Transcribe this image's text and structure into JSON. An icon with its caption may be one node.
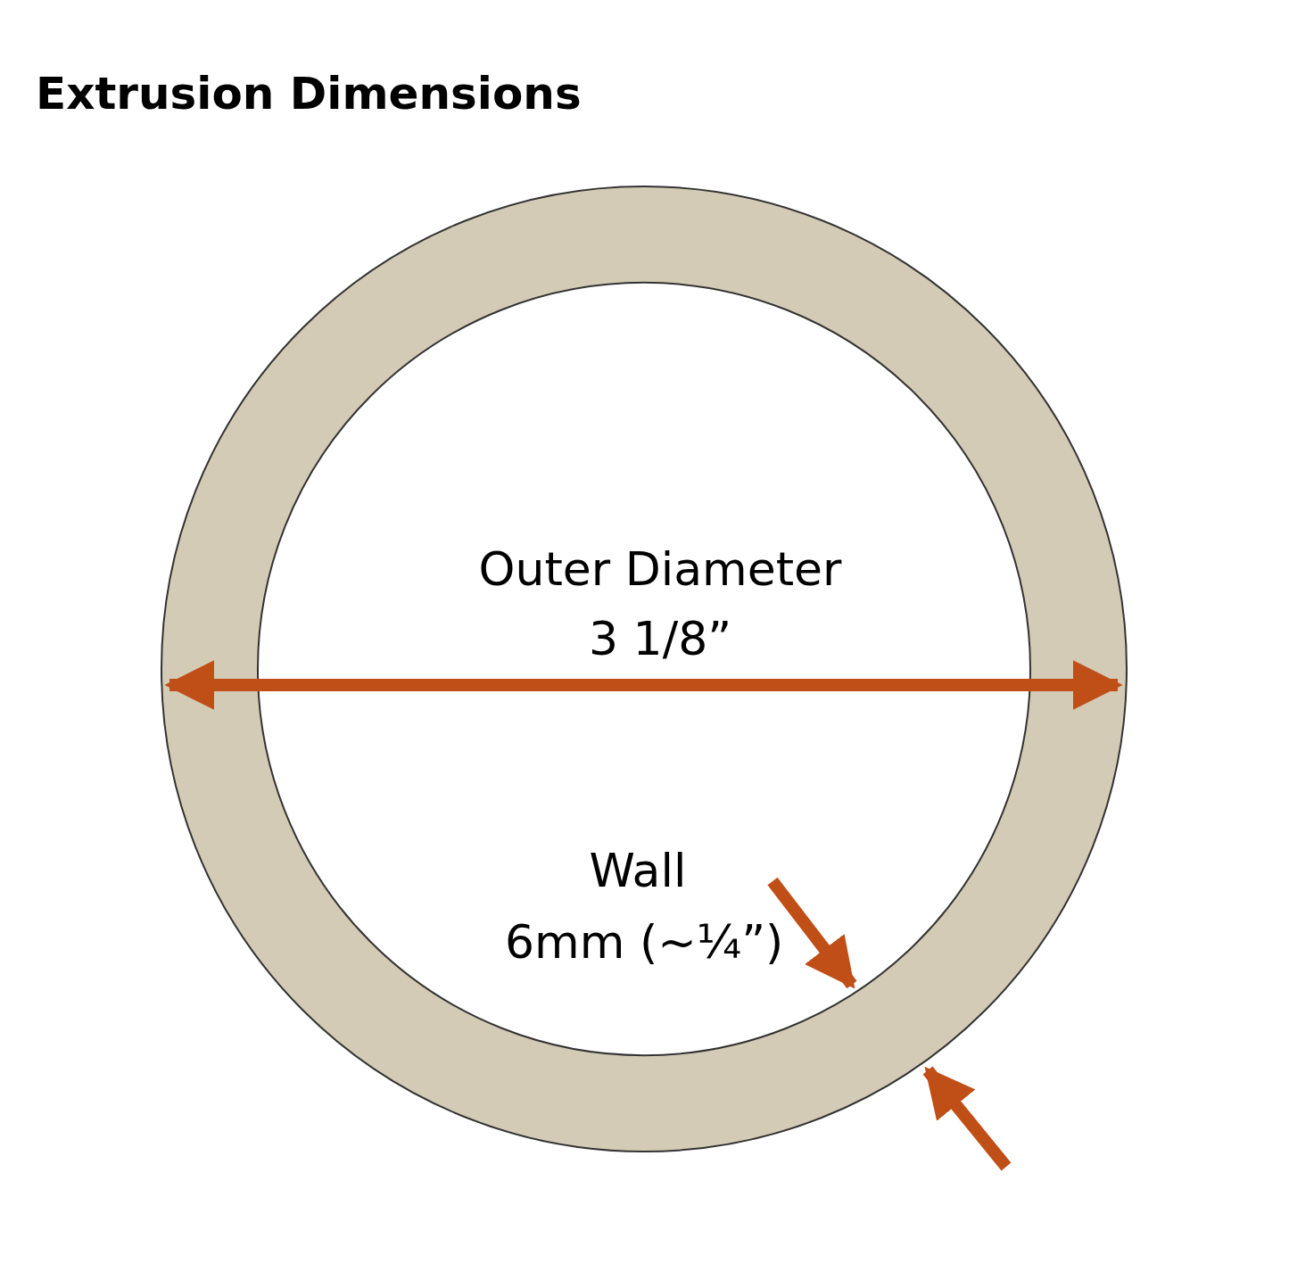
{
  "diagram": {
    "title": "Extrusion Dimensions",
    "labels": [
      "Outer Diameter",
      "3 1/8”",
      "Wall",
      "6mm (~¼”)"
    ]
  }
}
